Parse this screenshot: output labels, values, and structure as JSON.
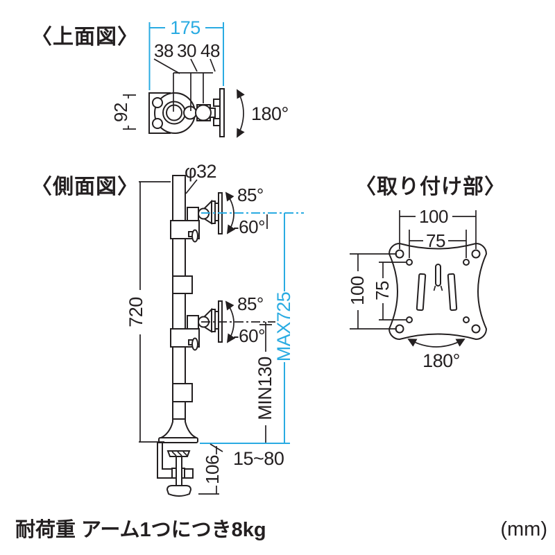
{
  "colors": {
    "accent": "#29abe2",
    "ink": "#231f20",
    "background": "#ffffff"
  },
  "top_view": {
    "title": "〈上面図〉",
    "depth_total": "175",
    "seg_left": "38",
    "seg_mid": "30",
    "seg_right": "48",
    "bracket_height": "92",
    "swivel_angle": "180°"
  },
  "side_view": {
    "title": "〈側面図〉",
    "pole_diameter": "φ32",
    "arm1_tilt_up": "85°",
    "arm1_tilt_down": "-60°",
    "arm2_tilt_up": "85°",
    "arm2_tilt_down": "-60°",
    "pole_height": "720",
    "height_max": "MAX725",
    "height_min": "MIN130",
    "clamp_height": "106",
    "desk_thickness_range": "15~80"
  },
  "mount_view": {
    "title": "〈取り付け部〉",
    "hole_pitch_outer_width": "100",
    "hole_pitch_inner_width": "75",
    "hole_pitch_outer_height": "100",
    "hole_pitch_inner_height": "75",
    "swivel_angle": "180°"
  },
  "footer": {
    "load_capacity": "耐荷重 アーム1つにつき8kg",
    "unit": "(mm)"
  }
}
